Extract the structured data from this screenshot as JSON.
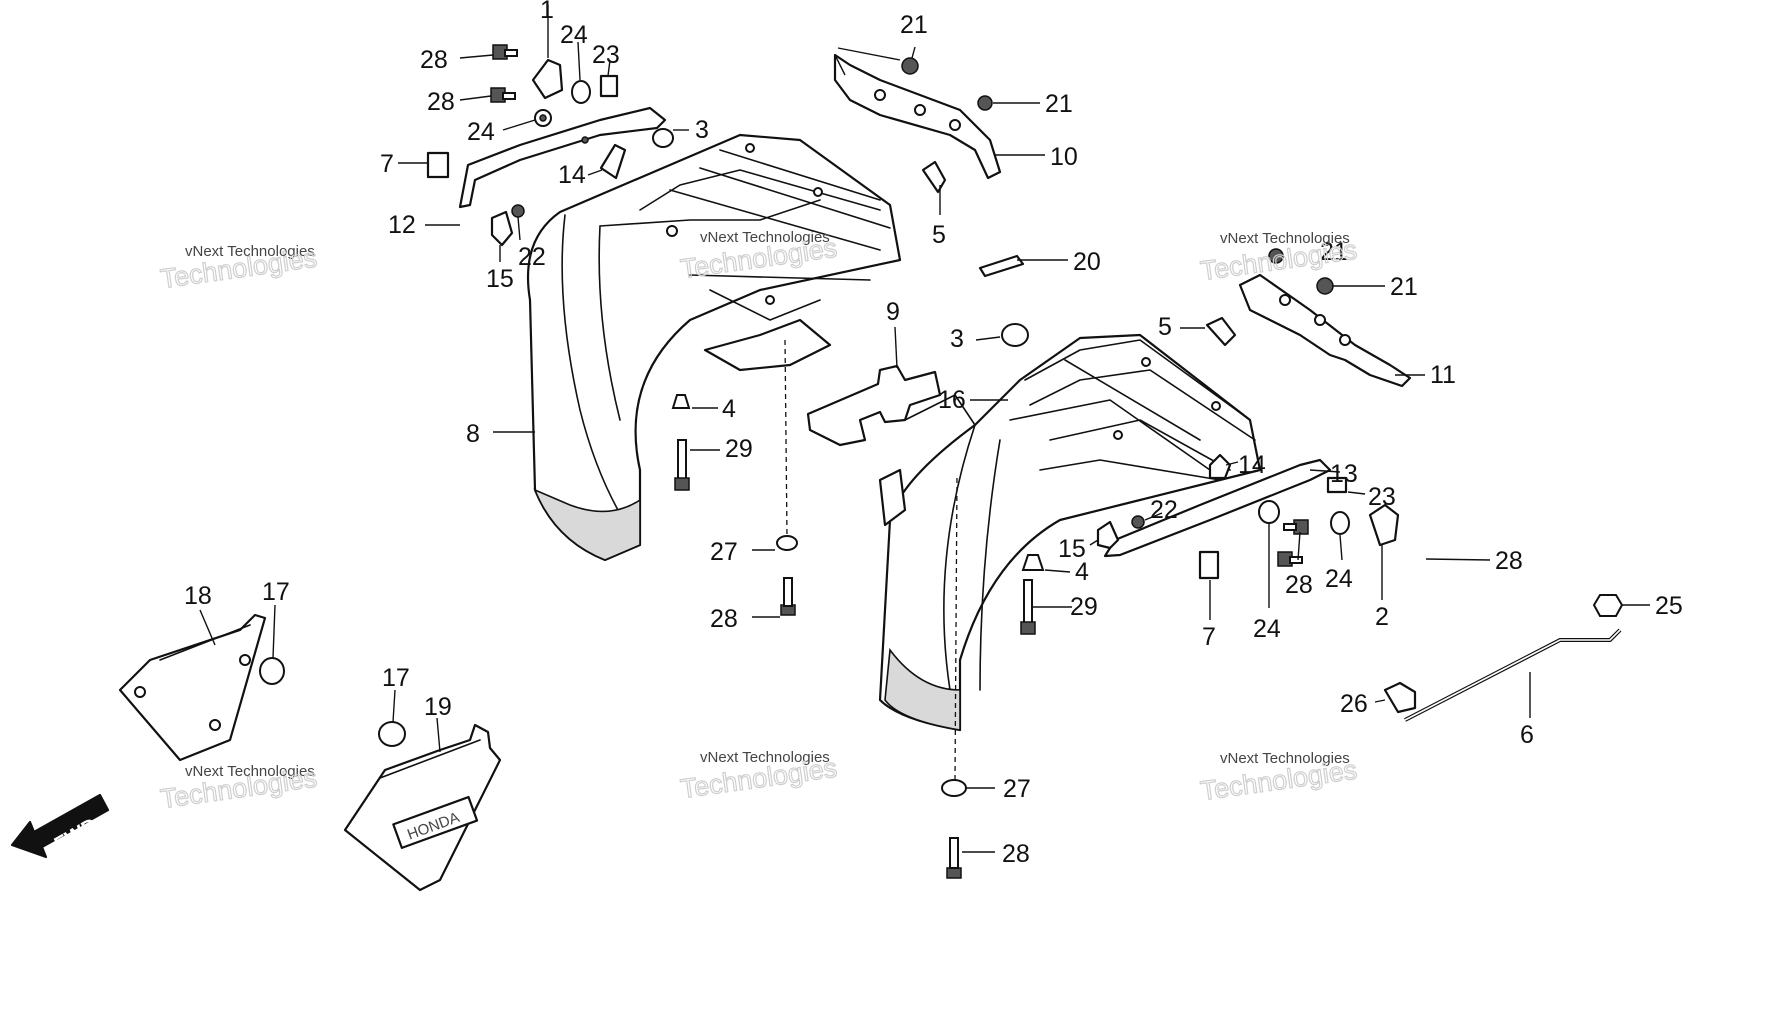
{
  "callouts": [
    {
      "id": "c1",
      "text": "1"
    },
    {
      "id": "c2",
      "text": "2"
    },
    {
      "id": "c3a",
      "text": "3"
    },
    {
      "id": "c3b",
      "text": "3"
    },
    {
      "id": "c4a",
      "text": "4"
    },
    {
      "id": "c4b",
      "text": "4"
    },
    {
      "id": "c5a",
      "text": "5"
    },
    {
      "id": "c5b",
      "text": "5"
    },
    {
      "id": "c6",
      "text": "6"
    },
    {
      "id": "c7a",
      "text": "7"
    },
    {
      "id": "c7b",
      "text": "7"
    },
    {
      "id": "c8",
      "text": "8"
    },
    {
      "id": "c9",
      "text": "9"
    },
    {
      "id": "c10",
      "text": "10"
    },
    {
      "id": "c11",
      "text": "11"
    },
    {
      "id": "c12",
      "text": "12"
    },
    {
      "id": "c13",
      "text": "13"
    },
    {
      "id": "c14a",
      "text": "14"
    },
    {
      "id": "c14b",
      "text": "14"
    },
    {
      "id": "c15a",
      "text": "15"
    },
    {
      "id": "c15b",
      "text": "15"
    },
    {
      "id": "c16",
      "text": "16"
    },
    {
      "id": "c17a",
      "text": "17"
    },
    {
      "id": "c17b",
      "text": "17"
    },
    {
      "id": "c18",
      "text": "18"
    },
    {
      "id": "c19",
      "text": "19"
    },
    {
      "id": "c20",
      "text": "20"
    },
    {
      "id": "c21a",
      "text": "21"
    },
    {
      "id": "c21b",
      "text": "21"
    },
    {
      "id": "c21c",
      "text": "21"
    },
    {
      "id": "c21d",
      "text": "21"
    },
    {
      "id": "c22a",
      "text": "22"
    },
    {
      "id": "c22b",
      "text": "22"
    },
    {
      "id": "c23a",
      "text": "23"
    },
    {
      "id": "c23b",
      "text": "23"
    },
    {
      "id": "c24a",
      "text": "24"
    },
    {
      "id": "c24b",
      "text": "24"
    },
    {
      "id": "c24c",
      "text": "24"
    },
    {
      "id": "c24d",
      "text": "24"
    },
    {
      "id": "c25",
      "text": "25"
    },
    {
      "id": "c26",
      "text": "26"
    },
    {
      "id": "c27a",
      "text": "27"
    },
    {
      "id": "c27b",
      "text": "27"
    },
    {
      "id": "c28a",
      "text": "28"
    },
    {
      "id": "c28b",
      "text": "28"
    },
    {
      "id": "c28c",
      "text": "28"
    },
    {
      "id": "c28d",
      "text": "28"
    },
    {
      "id": "c28e",
      "text": "28"
    },
    {
      "id": "c28f",
      "text": "28"
    },
    {
      "id": "c29a",
      "text": "29"
    },
    {
      "id": "c29b",
      "text": "29"
    }
  ],
  "direction_label": "FWD",
  "cover_emblem": "HONDA",
  "watermark": {
    "line1": "vNext Technologies",
    "line2": "Technologies"
  }
}
